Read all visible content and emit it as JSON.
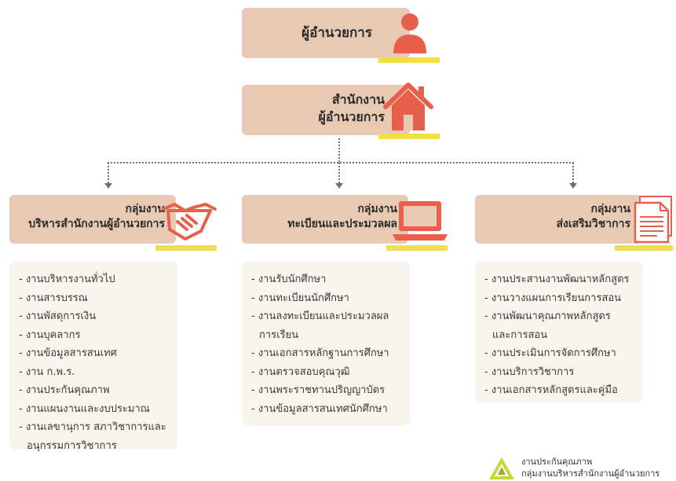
{
  "director": {
    "title": "ผู้อำนวยการ",
    "icon": "person-icon"
  },
  "office": {
    "title_line1": "สำนักงาน",
    "title_line2": "ผู้อำนวยการ",
    "icon": "house-icon"
  },
  "groups": [
    {
      "title_line1": "กลุ่มงาน",
      "title_line2": "บริหารสำนักงานผู้อำนวยการ",
      "icon": "handshake-icon",
      "items": [
        "- งานบริหารงานทั่วไป",
        "- งานสารบรรณ",
        "- งานพัสดุการเงิน",
        "- งานบุคลากร",
        "- งานข้อมูลสารสนเทศ",
        "- งาน ก.พ.ร.",
        "- งานประกันคุณภาพ",
        "- งานแผนงานและงบประมาณ",
        "- งานเลขานุการ สภาวิชาการและ",
        "อนุกรรมการวิชาการ"
      ]
    },
    {
      "title_line1": "กลุ่มงาน",
      "title_line2": "ทะเบียนและประมวลผล",
      "icon": "laptop-icon",
      "items": [
        "- งานรับนักศึกษา",
        "- งานทะเบียนนักศึกษา",
        "- งานลงทะเบียนและประมวลผล",
        "การเรียน",
        "- งานเอกสารหลักฐานการศึกษา",
        "- งานตรวจสอบคุณวุฒิ",
        "- งานพระราชทานปริญญาบัตร",
        "- งานข้อมูลสารสนเทศนักศึกษา"
      ]
    },
    {
      "title_line1": "กลุ่มงาน",
      "title_line2": "ส่งเสริมวิชาการ",
      "icon": "document-icon",
      "items": [
        "- งานประสานงานพัฒนาหลักสูตร",
        "- งานวางแผนการเรียนการสอน",
        "- งานพัฒนาคุณภาพหลักสูตร",
        "และการสอน",
        "- งานประเมินการจัดการศึกษา",
        "- งานบริการวิชาการ",
        "- งานเอกสารหลักสูตรและคู่มือ"
      ]
    }
  ],
  "footer": {
    "line1": "งานประกันคุณภาพ",
    "line2": "กลุ่มงานบริหารสำนักงานผู้อำนวยการ",
    "icon": "triangle-logo-icon"
  },
  "colors": {
    "box": "#e7c9b4",
    "accent_bar": "#f2dd4a",
    "icon": "#e8604c",
    "panel": "#f8f4ee",
    "connector": "#707070"
  }
}
